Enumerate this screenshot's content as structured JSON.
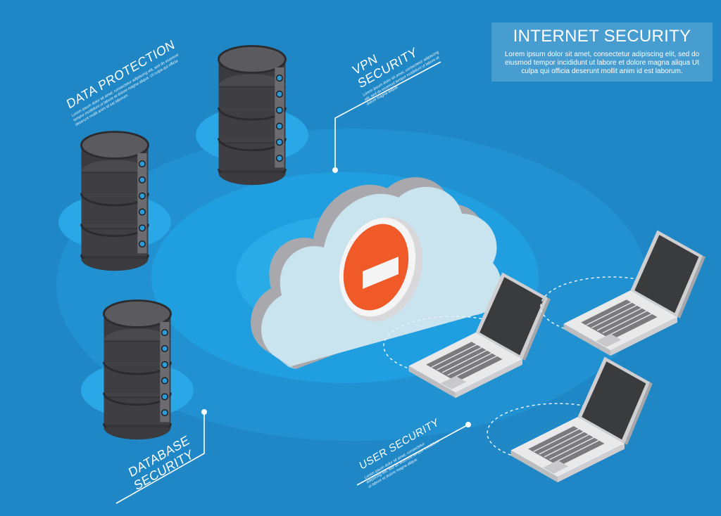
{
  "title": {
    "heading": "INTERNET SECURITY",
    "body": "Lorem ipsum dolor sit amet, consectetur adipiscing elit, sed do eiusmod tempor incididunt ut labore et dolore magna aliqua  Ut culpa qui officia deserunt mollit anim id est laborum."
  },
  "labels": {
    "data_protection": {
      "heading": "DATA PROTECTION",
      "text": "Lorem ipsum dolor sit amet, consectetur adipiscing elit, sed do eiusmod tempor incididunt ut labore et dolore magna aliqua. Ut culpa qui officia deserunt mollit anim id est laborum."
    },
    "vpn_security": {
      "heading_line1": "VPN",
      "heading_line2": "SECURITY",
      "text": "Lorem ipsum dolor sit amet, consectetur adipiscing elit, sed do eiusmod tempor incididunt ut labore et dolore magna aliqua."
    },
    "database_security": {
      "heading_line1": "DATABASE",
      "heading_line2": "SECURITY"
    },
    "user_security": {
      "heading": "USER SECURITY",
      "text": "Lorem ipsum dolor sit amet, consectetur adipiscing elit, sed do eiusmod tempor incididunt ut labore et dolore magna aliqua."
    }
  },
  "colors": {
    "background": "#1f87c6",
    "ring_outer": "#2191d2",
    "ring_mid": "#1f9ee0",
    "ring_inner": "#28abe6",
    "cloud": "#c9e3ef",
    "block_sign": "#f05a28",
    "server": "#3b3b3f",
    "server_led": "#2d9bd8",
    "laptop_screen": "#3a3b3d",
    "laptop_body": "#eaeaea"
  },
  "icons": [
    "server-icon",
    "cloud-icon",
    "block-sign-icon",
    "laptop-icon"
  ]
}
